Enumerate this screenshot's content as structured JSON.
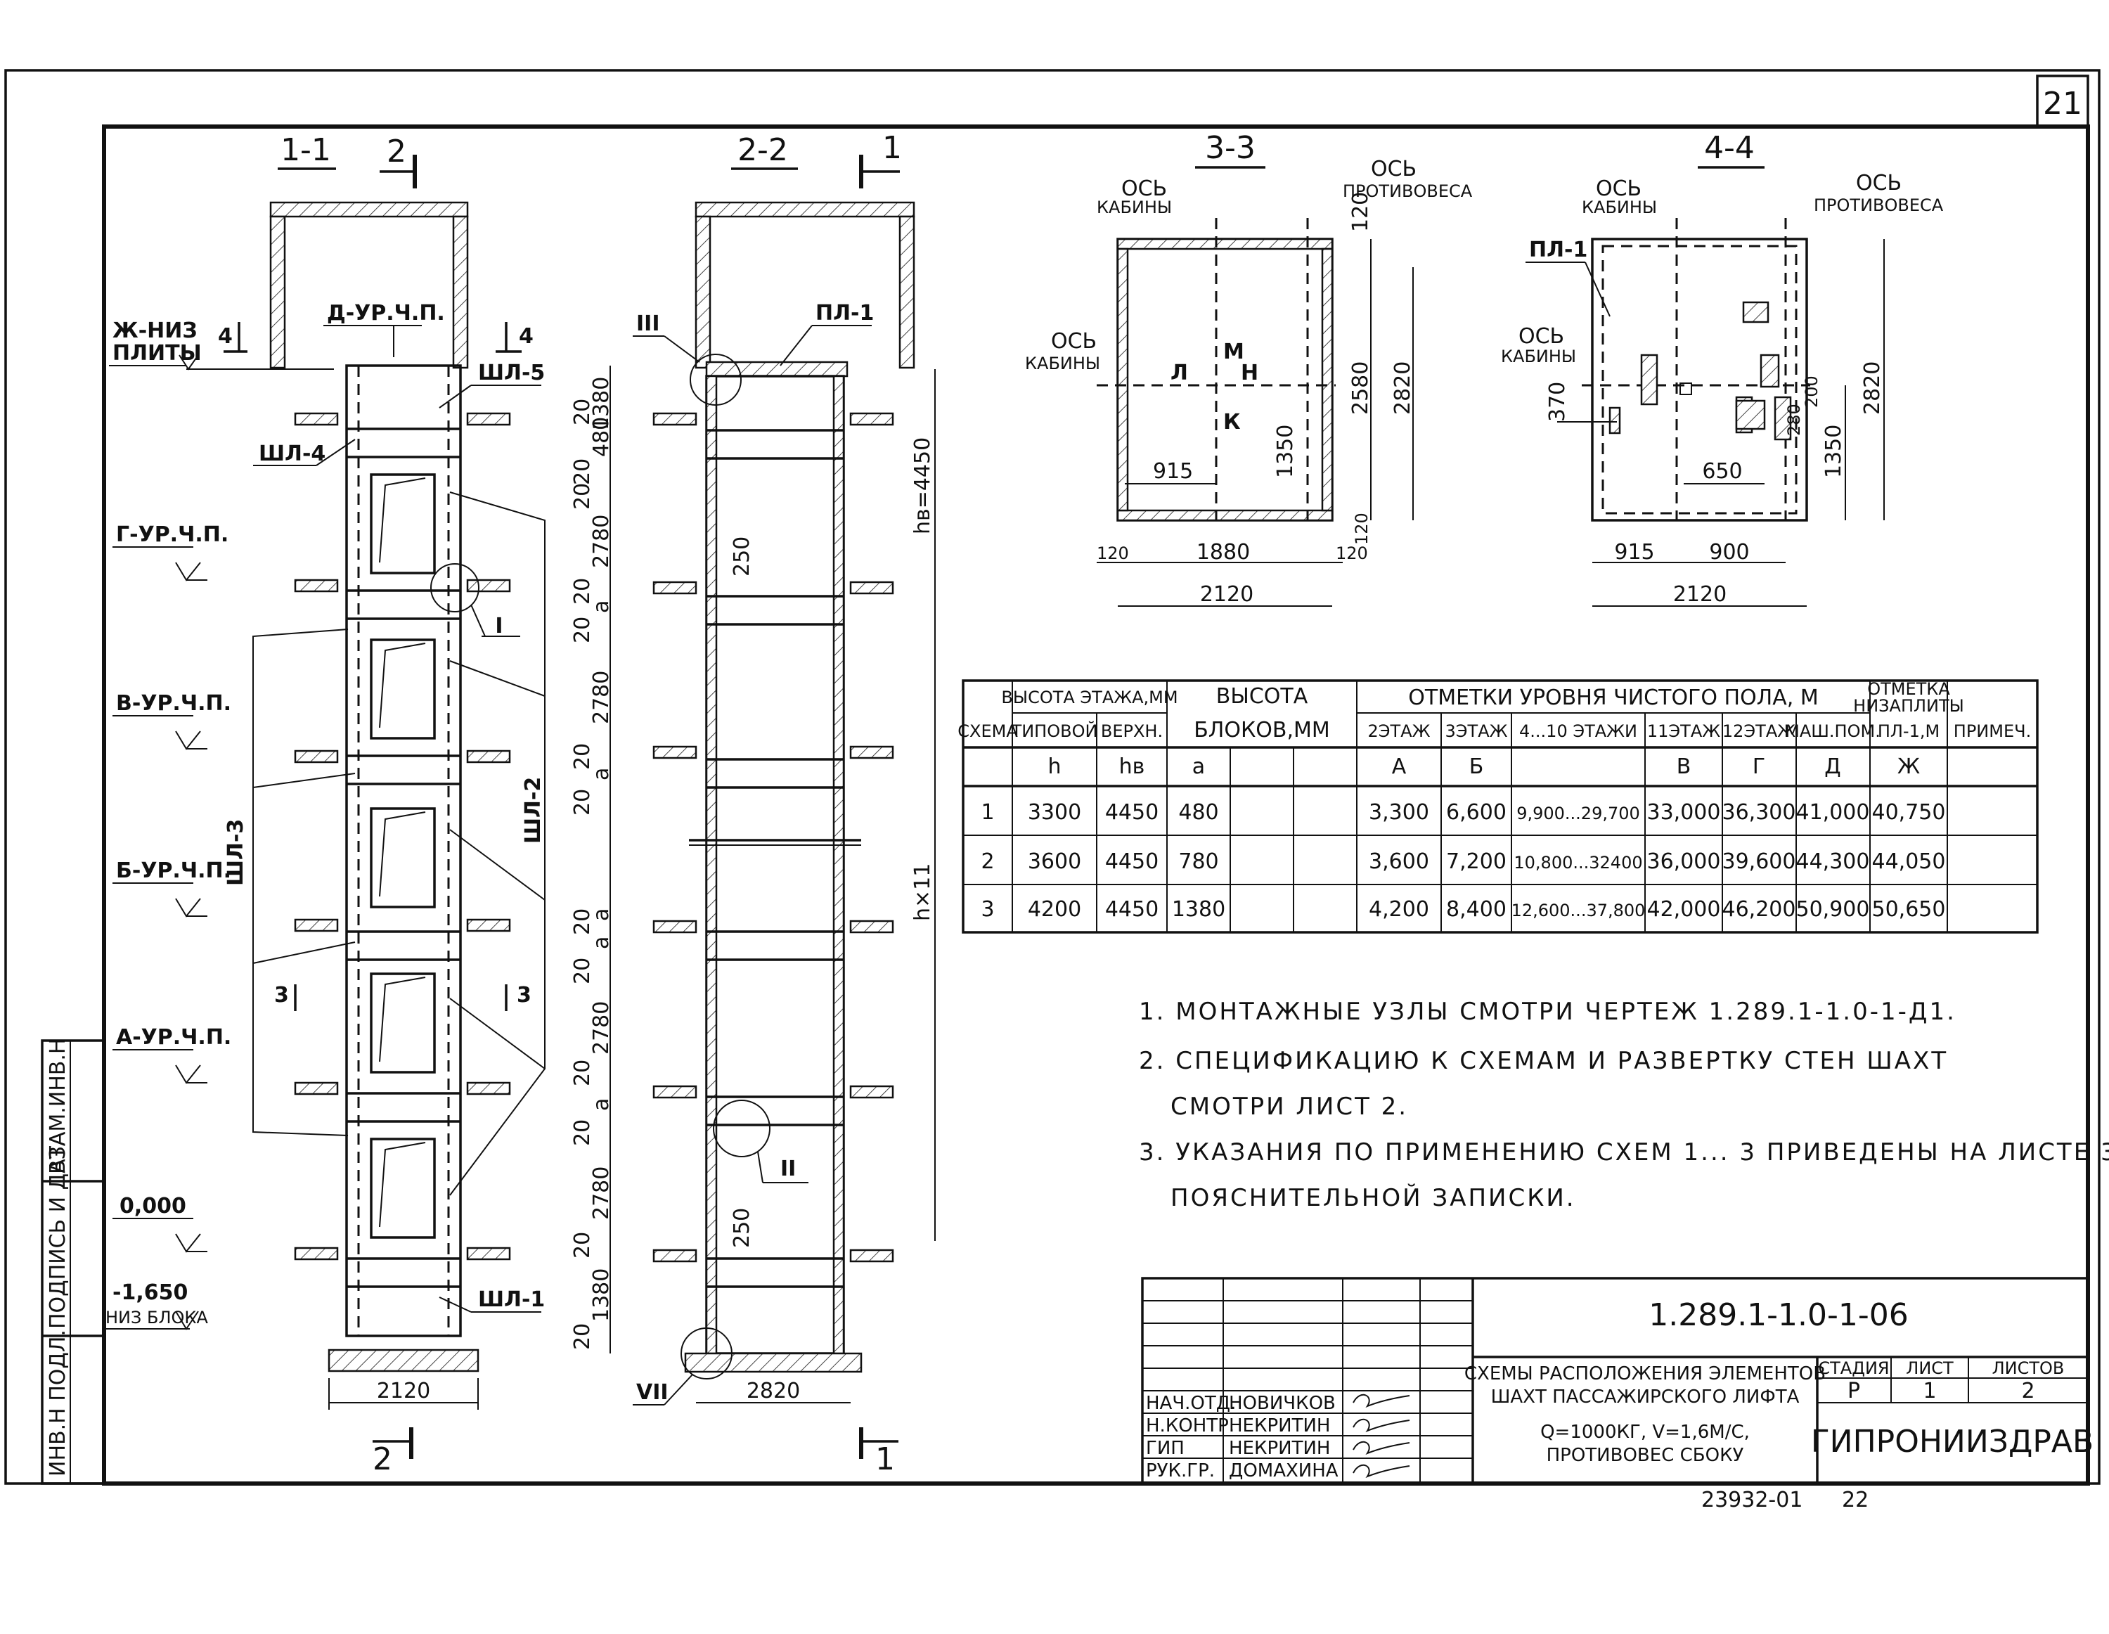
{
  "sheet_number": "21",
  "sections": {
    "s11": {
      "title": "1-1",
      "cut_mark": "2",
      "bottom_mark": "2",
      "width_dim": "2120"
    },
    "s22": {
      "title": "2-2",
      "cut_mark": "1",
      "bottom_mark": "1",
      "width_dim": "2820"
    },
    "s33": {
      "title": "3-3"
    },
    "s44": {
      "title": "4-4"
    }
  },
  "levels": [
    "Ж-НИЗ",
    "ПЛИТЫ",
    "Д-УР.Ч.П.",
    "Г-УР.Ч.П.",
    "В-УР.Ч.П.",
    "Б-УР.Ч.П.",
    "А-УР.Ч.П.",
    "0,000",
    "-1,650",
    "НИЗ БЛОКА"
  ],
  "elements": [
    "ШЛ-5",
    "ШЛ-4",
    "ШЛ-3",
    "ШЛ-2",
    "ШЛ-1",
    "ПЛ-1"
  ],
  "nodes": [
    "I",
    "II",
    "III",
    "VII"
  ],
  "cut_arrows": [
    "4",
    "4",
    "3",
    "3"
  ],
  "dims_22": [
    "20",
    "1380",
    "20",
    "480",
    "20",
    "2780",
    "20",
    "a",
    "20",
    "2780",
    "20",
    "a",
    "20",
    "a",
    "20",
    "a",
    "20",
    "2780",
    "20",
    "a",
    "20",
    "2780",
    "20",
    "1380",
    "20",
    "250",
    "250"
  ],
  "dims_side": [
    "hв=4450",
    "h×11"
  ],
  "plan33": {
    "axis_cabin": "ОСЬ",
    "axis_cabin2": "КАБИНЫ",
    "axis_cw": "ОСЬ",
    "axis_cw2": "ПРОТИВОВЕСА",
    "axis_cabin_left": "ОСЬ",
    "axis_cabin_left2": "КАБИНЫ",
    "letters": [
      "М",
      "Л",
      "Н",
      "К"
    ],
    "dims": [
      "120",
      "2580",
      "2820",
      "1350",
      "915",
      "120",
      "1880",
      "120",
      "2120",
      "120"
    ]
  },
  "plan44": {
    "axis_cabin": "ОСЬ",
    "axis_cabin2": "КАБИНЫ",
    "axis_cw": "ОСЬ",
    "axis_cw2": "ПРОТИВОВЕСА",
    "axis_cabin_left": "ОСЬ",
    "axis_cabin_left2": "КАБИНЫ",
    "pl": "ПЛ-1",
    "dims": [
      "370",
      "650",
      "280",
      "200",
      "1350",
      "2820",
      "915",
      "900",
      "2120"
    ]
  },
  "table": {
    "h_scheme": "СХЕМА",
    "h_height": "ВЫСОТА ЭТАЖА,ММ",
    "h_typ": "ТИПОВОЙ",
    "h_top": "ВЕРХН.",
    "h_blocks1": "ВЫСОТА",
    "h_blocks2": "БЛОКОВ,ММ",
    "h_marks": "ОТМЕТКИ УРОВНЯ ЧИСТОГО ПОЛА, М",
    "h_f2": "2ЭТАЖ",
    "h_f3": "3ЭТАЖ",
    "h_f410": "4...10 ЭТАЖИ",
    "h_f11": "11ЭТАЖ",
    "h_f12": "12ЭТАЖ",
    "h_mash": "МАШ.ПОМ.",
    "h_slab1": "ОТМЕТКА",
    "h_slab2": "НИЗАПЛИТЫ",
    "h_slab3": "ПЛ-1,М",
    "h_note": "ПРИМЕЧ.",
    "sym": [
      "h",
      "hв",
      "a",
      "А",
      "Б",
      "В",
      "Г",
      "Д",
      "Ж"
    ],
    "rows": [
      [
        "1",
        "3300",
        "4450",
        "480",
        "3,300",
        "6,600",
        "9,900...29,700",
        "33,000",
        "36,300",
        "41,000",
        "40,750"
      ],
      [
        "2",
        "3600",
        "4450",
        "780",
        "3,600",
        "7,200",
        "10,800...32400",
        "36,000",
        "39,600",
        "44,300",
        "44,050"
      ],
      [
        "3",
        "4200",
        "4450",
        "1380",
        "4,200",
        "8,400",
        "12,600...37,800",
        "42,000",
        "46,200",
        "50,900",
        "50,650"
      ]
    ]
  },
  "notes": [
    "1. МОНТАЖНЫЕ УЗЛЫ СМОТРИ ЧЕРТЕЖ 1.289.1-1.0-1-Д1.",
    "2. СПЕЦИФИКАЦИЮ К СХЕМАМ И РАЗВЕРТКУ СТЕН ШАХТ",
    "СМОТРИ ЛИСТ 2.",
    "3. УКАЗАНИЯ ПО ПРИМЕНЕНИЮ СХЕМ 1... 3 ПРИВЕДЕНЫ НА ЛИСТЕ 3",
    "ПОЯСНИТЕЛЬНОЙ ЗАПИСКИ."
  ],
  "stamp": {
    "code": "1.289.1-1.0-1-06",
    "title1": "СХЕМЫ РАСПОЛОЖЕНИЯ ЭЛЕМЕНТОВ",
    "title2": "ШАХТ ПАССАЖИРСКОГО ЛИФТА",
    "title3": "Q=1000КГ, V=1,6М/С,",
    "title4": "ПРОТИВОВЕС СБОКУ",
    "stage_h": "СТАДИЯ",
    "sheet_h": "ЛИСТ",
    "sheets_h": "ЛИСТОВ",
    "stage": "Р",
    "sheet": "1",
    "sheets": "2",
    "org": "ГИПРОНИИЗДРАВ",
    "roles": [
      "НАЧ.ОТД.",
      "Н.КОНТР.",
      "ГИП",
      "РУК.ГР."
    ],
    "names": [
      "НОВИЧКОВ",
      "НЕКРИТИН",
      "НЕКРИТИН",
      "ДОМАХИНА"
    ]
  },
  "side_stamp": [
    "ИНВ.Н ПОДЛ.",
    "ПОДПИСЬ И ДАТА",
    "ВЗАМ.ИНВ.Н"
  ],
  "footer_code": "23932-01",
  "footer_num": "22"
}
